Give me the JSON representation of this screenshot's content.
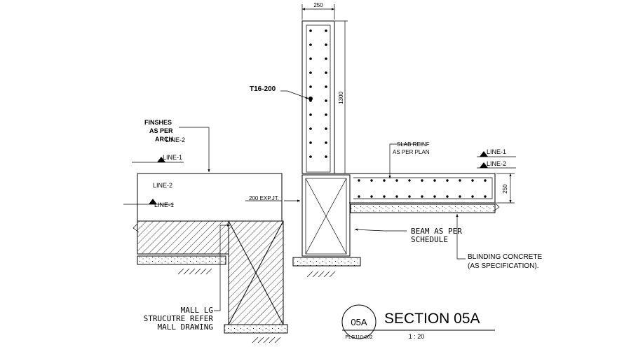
{
  "annotations": {
    "finishes": [
      "FINSHES",
      "AS PER",
      "ARCH"
    ],
    "line2_top": "LINE-2",
    "line1_left_top": "LINE-1",
    "line2_left": "LINE-2",
    "line1_left_bottom": "LINE-1",
    "exp_jt": "200 EXP.JT.",
    "t16": "T16-200",
    "slab_reinf": [
      "SLAB REINF",
      "AS PER PLAN"
    ],
    "line1_right": "LINE-1",
    "line2_right": "LINE-2",
    "beam": [
      "BEAM AS PER",
      "SCHEDULE"
    ],
    "blinding": [
      "BLINDING CONCRETE",
      "(AS SPECIFICATION)."
    ],
    "mall": [
      "MALL LG",
      "STRUCUTRE REFER",
      "MALL DRAWING"
    ]
  },
  "dimensions": {
    "wall_width": "250",
    "wall_height": "1300",
    "slab_thickness": "250"
  },
  "title_block": {
    "tag": "05A",
    "sheet": "PLG110-002",
    "title": "SECTION 05A",
    "scale": "1 : 20"
  }
}
